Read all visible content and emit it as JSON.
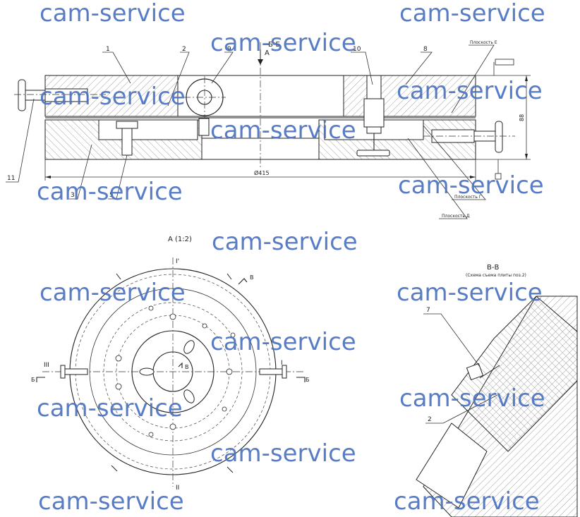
{
  "watermark": "cam-service",
  "views": {
    "section_bb": {
      "title": "Б-Б",
      "view_arrow": "А",
      "callouts": [
        "1",
        "2",
        "8",
        "9",
        "10",
        "11",
        "3",
        "5"
      ],
      "plane_labels": [
        "Плоскость Е",
        "Плоскость Г",
        "Плоскость Д"
      ],
      "dim_diameter": "Ø415",
      "dim_height": "88"
    },
    "plan_view": {
      "title": "А (1:2)",
      "axis_top": "I'",
      "axis_bottom": "II",
      "axis_left": "III",
      "axis_right": "I",
      "cut_label_left": "Б",
      "cut_label_right": "Б",
      "cut_label_v": "В",
      "center_label": "В"
    },
    "section_vv": {
      "title": "В-В",
      "subtitle": "(Схема съема плиты поз.2)",
      "callouts": [
        "7",
        "2"
      ]
    }
  },
  "colors": {
    "watermark": "#4a73c2",
    "lines": "#222222"
  }
}
